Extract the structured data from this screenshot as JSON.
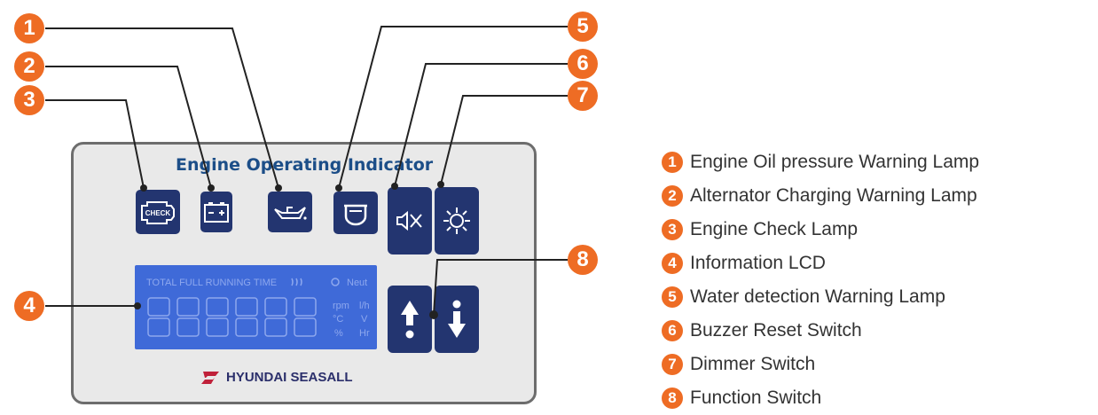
{
  "panel": {
    "title": "Engine Operating Indicator",
    "brand": "HYUNDAI SEASALL",
    "lcd": {
      "top_label": "TOTAL  FULL RUNNING TIME",
      "neut": "Neut",
      "units": [
        "rpm",
        "l/h",
        "°C",
        "V",
        "%",
        "Hr"
      ]
    },
    "lamps": [
      {
        "name": "engine-check-icon",
        "text": "CHECK"
      },
      {
        "name": "battery-icon"
      },
      {
        "name": "oil-can-icon"
      },
      {
        "name": "water-detection-icon"
      }
    ]
  },
  "callouts": [
    "1",
    "2",
    "3",
    "4",
    "5",
    "6",
    "7",
    "8"
  ],
  "legend": [
    {
      "num": "1",
      "label": "Engine Oil pressure Warning Lamp"
    },
    {
      "num": "2",
      "label": "Alternator Charging Warning Lamp"
    },
    {
      "num": "3",
      "label": "Engine Check Lamp"
    },
    {
      "num": "4",
      "label": "Information LCD"
    },
    {
      "num": "5",
      "label": "Water detection Warning Lamp"
    },
    {
      "num": "6",
      "label": "Buzzer Reset Switch"
    },
    {
      "num": "7",
      "label": "Dimmer Switch"
    },
    {
      "num": "8",
      "label": "Function Switch"
    }
  ],
  "colors": {
    "callout": "#ee6c24",
    "icon_bg": "#233570",
    "lcd": "#3f6ad8",
    "title": "#1c4e88"
  }
}
